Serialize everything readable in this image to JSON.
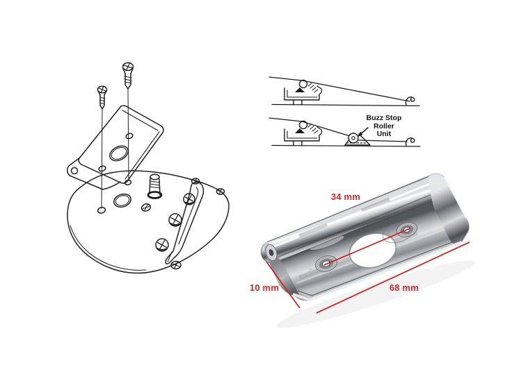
{
  "callout": {
    "lines": [
      "Buzz Stop",
      "Roller",
      "Unit"
    ]
  },
  "dimensions": {
    "top": "34 mm",
    "left": "10 mm",
    "bottom": "68 mm"
  },
  "colors": {
    "dimension_red": "#cc2626",
    "line_art": "#1f1f1f",
    "background": "#ffffff",
    "chrome_highlight": "#ffffff",
    "chrome_shadow": "#4e5255"
  }
}
